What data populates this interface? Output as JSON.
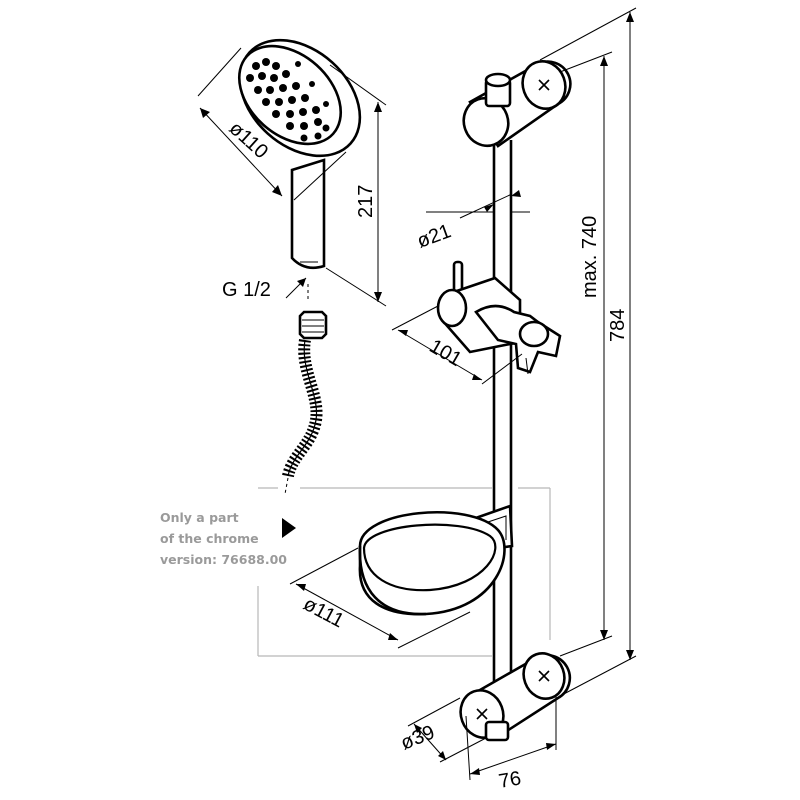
{
  "dimensions": {
    "head_diameter": "ø110",
    "head_height": "217",
    "thread": "G 1/2",
    "rail_diameter": "ø21",
    "holder_width": "101",
    "max_length": "max. 740",
    "total_length": "784",
    "dish_diameter": "ø111",
    "bracket_diameter": "ø39",
    "wall_offset": "76"
  },
  "note": {
    "lines": [
      "Only a part",
      "of the chrome",
      "version: 76688.00"
    ]
  },
  "colors": {
    "line": "#000000",
    "note_text": "#9a9a9a",
    "note_frame": "#b8b8b8",
    "arrow": "#000000"
  }
}
